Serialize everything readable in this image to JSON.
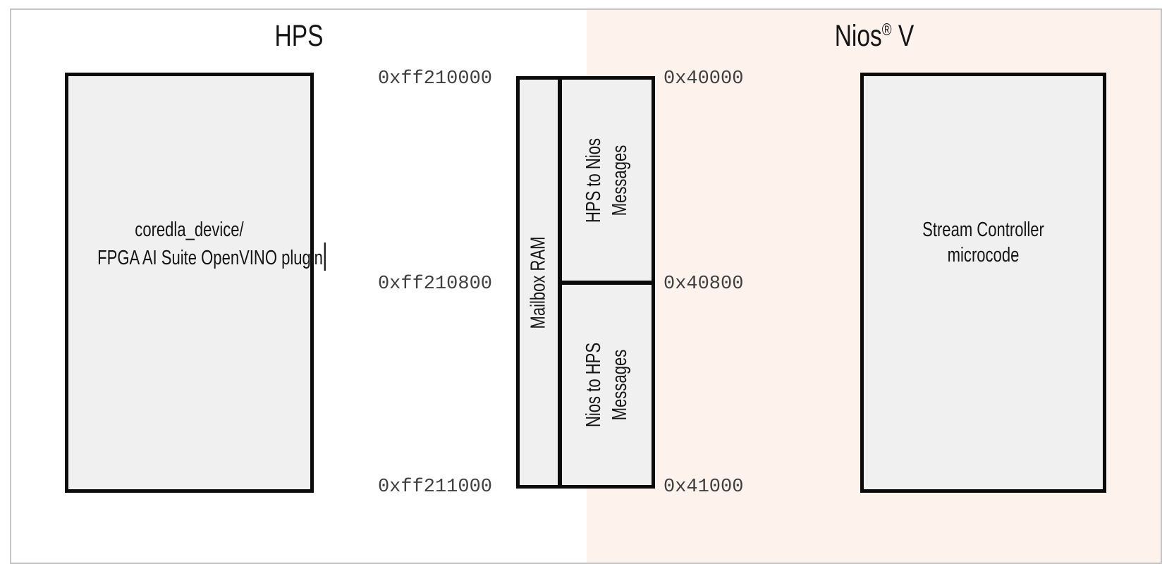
{
  "domains": {
    "hps": {
      "title": "HPS"
    },
    "nios": {
      "title_base": "Nios",
      "registered_mark": "®",
      "title_suffix": " V"
    }
  },
  "hps_box": {
    "line1": "coredla_device/",
    "line2": "FPGA AI Suite OpenVINO plugin"
  },
  "nios_box": {
    "line1": "Stream Controller",
    "line2": "microcode"
  },
  "mailbox": {
    "ram_label": "Mailbox RAM",
    "cells": [
      {
        "line1": "HPS to Nios",
        "line2": "Messages"
      },
      {
        "line1": "Nios to HPS",
        "line2": "Messages"
      }
    ]
  },
  "addresses": {
    "hps_side": [
      "0xff210000",
      "0xff210800",
      "0xff211000"
    ],
    "nios_side": [
      "0x40000",
      "0x40800",
      "0x41000"
    ]
  },
  "colors": {
    "nios_domain_background": "#fdf3ec",
    "box_fill": "#f0f0f0",
    "box_border": "#0b0b0b",
    "frame_border": "#c6c6c6",
    "address_text": "#3f3f3f",
    "label_text": "#151515"
  }
}
